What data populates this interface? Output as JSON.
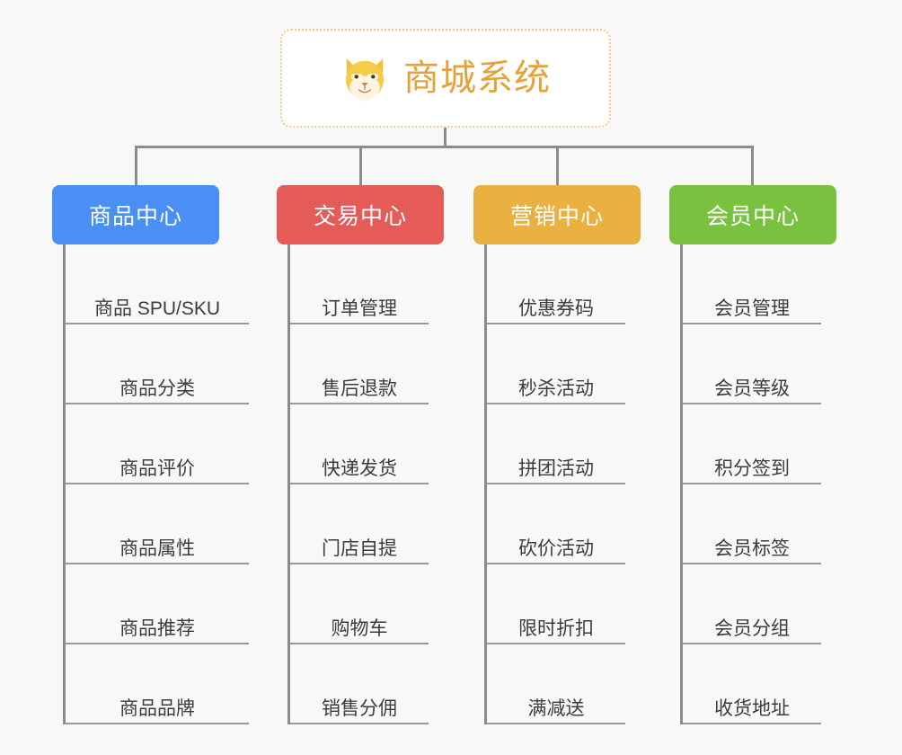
{
  "page": {
    "background_color": "#f8f8f8",
    "type": "org-chart"
  },
  "root": {
    "title": "商城系统",
    "icon": "dog-face-icon",
    "title_color": "#e4a23a",
    "border_color": "#f3c98b",
    "background_color": "#ffffff"
  },
  "columns": [
    {
      "id": "product-center",
      "label": "商品中心",
      "color": "#4a90f4",
      "items": [
        "商品 SPU/SKU",
        "商品分类",
        "商品评价",
        "商品属性",
        "商品推荐",
        "商品品牌"
      ]
    },
    {
      "id": "trade-center",
      "label": "交易中心",
      "color": "#e45b57",
      "items": [
        "订单管理",
        "售后退款",
        "快递发货",
        "门店自提",
        "购物车",
        "销售分佣"
      ]
    },
    {
      "id": "marketing-center",
      "label": "营销中心",
      "color": "#eab040",
      "items": [
        "优惠券码",
        "秒杀活动",
        "拼团活动",
        "砍价活动",
        "限时折扣",
        "满减送"
      ]
    },
    {
      "id": "member-center",
      "label": "会员中心",
      "color": "#78c240",
      "items": [
        "会员管理",
        "会员等级",
        "积分签到",
        "会员标签",
        "会员分组",
        "收货地址"
      ]
    }
  ],
  "connector": {
    "color": "#8c8c8c"
  }
}
